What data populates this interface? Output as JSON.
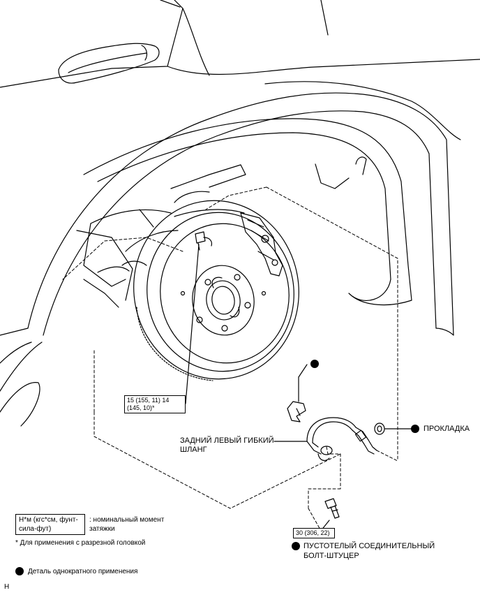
{
  "callouts": {
    "torque_top_line1": "15 (155, 11) 14",
    "torque_top_line2": "(145, 10)*",
    "torque_bottom": "30 (306, 22)",
    "gasket": "ПРОКЛАДКА",
    "hose_line1": "ЗАДНИЙ ЛЕВЫЙ ГИБКИЙ",
    "hose_line2": "ШЛАНГ",
    "union_bolt_line1": "ПУСТОТЕЛЫЙ СОЕДИНИТЕЛЬНЫЙ",
    "union_bolt_line2": "БОЛТ-ШТУЦЕР"
  },
  "legend": {
    "unit_box_line1": "Н*м (кгс*см, фунт-",
    "unit_box_line2": "сила-фут)",
    "unit_desc_line1": ": номинальный момент",
    "unit_desc_line2": "затяжки",
    "slotted_note": "* Для применения с разрезной головкой",
    "single_use": "Деталь однократного применения"
  },
  "corner_code": "H"
}
